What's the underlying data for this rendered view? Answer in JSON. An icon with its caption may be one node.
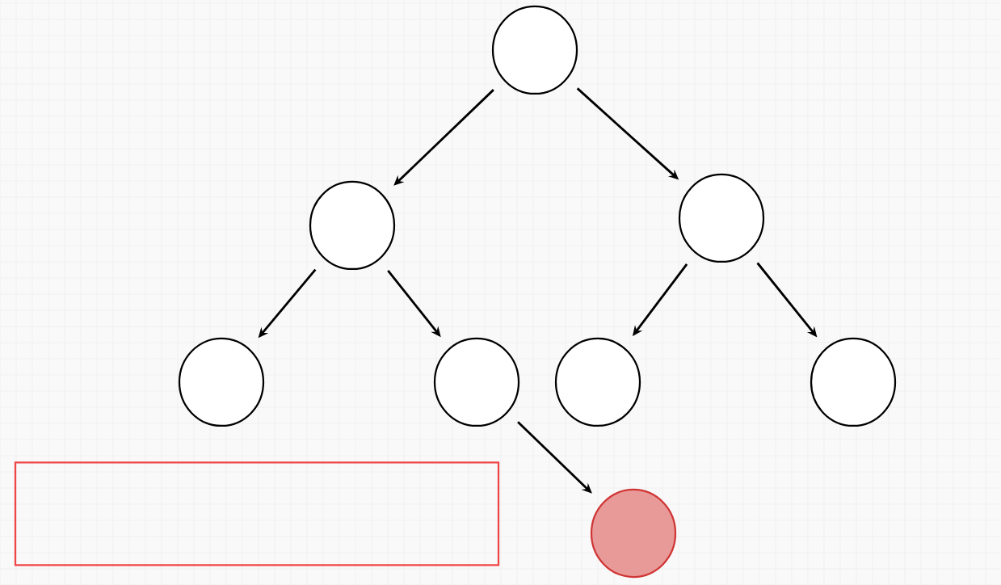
{
  "diagram": {
    "nodes": [
      {
        "text": [],
        "shape": "circle"
      },
      {
        "text": [],
        "shape": "circle"
      },
      {
        "text": [],
        "shape": "circle"
      },
      {
        "text": [],
        "shape": "circle"
      },
      {
        "text": [],
        "shape": "circle"
      },
      {
        "text": [],
        "shape": "circle"
      },
      {
        "text": [],
        "shape": "circle"
      },
      {
        "text": [],
        "shape": "box"
      },
      {
        "text": [],
        "shape": "circle"
      }
    ],
    "edges": [
      {
        "from": 0,
        "to": 1,
        "arrow": "to"
      },
      {
        "from": 0,
        "to": 2,
        "arrow": "to"
      },
      {
        "from": 1,
        "to": 3,
        "arrow": "to"
      },
      {
        "from": 1,
        "to": 4,
        "arrow": "to"
      },
      {
        "from": 2,
        "to": 5,
        "arrow": "to"
      },
      {
        "from": 2,
        "to": 6,
        "arrow": "to"
      },
      {
        "from": 4,
        "to": 8,
        "arrow": "to"
      }
    ]
  }
}
